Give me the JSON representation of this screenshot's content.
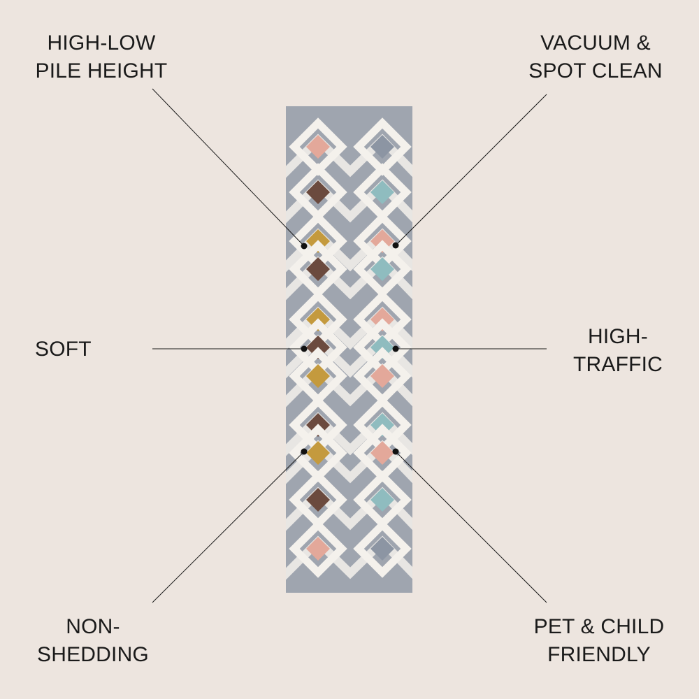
{
  "features": [
    {
      "id": "pile",
      "lines": [
        "HIGH-LOW",
        "PILE HEIGHT"
      ]
    },
    {
      "id": "clean",
      "lines": [
        "VACUUM &",
        "SPOT CLEAN"
      ]
    },
    {
      "id": "soft",
      "lines": [
        "SOFT"
      ]
    },
    {
      "id": "traffic",
      "lines": [
        "HIGH-",
        "TRAFFIC"
      ]
    },
    {
      "id": "shedding",
      "lines": [
        "NON-",
        "SHEDDING"
      ]
    },
    {
      "id": "pet",
      "lines": [
        "PET & CHILD",
        "FRIENDLY"
      ]
    }
  ],
  "colors": {
    "background": "#ede5df",
    "rug_base": "#9fa5af",
    "rug_line": "#f4f1ec",
    "mustard": "#c49a3e",
    "pink": "#e3a89a",
    "brown": "#6b4a3e",
    "teal": "#8fbcbf",
    "grey": "#8c95a3"
  },
  "rug_rows": [
    [
      "pink",
      "grey"
    ],
    [
      "brown",
      "teal"
    ],
    [
      "mustard",
      "pink"
    ],
    [
      "brown",
      "teal"
    ],
    [
      "mustard",
      "pink"
    ],
    [
      "brown",
      "teal"
    ],
    [
      "mustard",
      "pink"
    ],
    [
      "brown",
      "teal"
    ],
    [
      "mustard",
      "pink"
    ],
    [
      "brown",
      "teal"
    ],
    [
      "pink",
      "grey"
    ]
  ]
}
